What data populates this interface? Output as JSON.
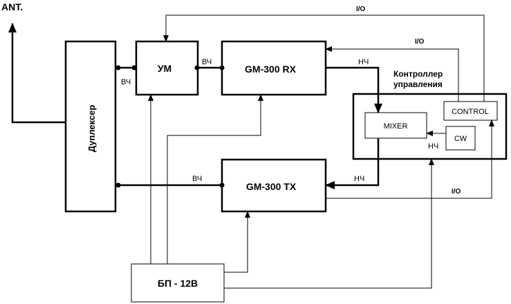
{
  "antenna": {
    "label": "ANT."
  },
  "blocks": {
    "duplexer": "Дуплексер",
    "amplifier": "УМ",
    "receiver": "GM-300 RX",
    "transmitter": "GM-300 TX",
    "controller_title_line1": "Контроллер",
    "controller_title_line2": "управления",
    "control": "CONTROL",
    "mixer": "MIXER",
    "cw": "CW",
    "power_supply": "БП - 12В"
  },
  "signals": {
    "rf_duplexer_amp": "ВЧ",
    "rf_amp_rx": "ВЧ",
    "rf_tx_duplexer": "ВЧ",
    "lf_rx_mixer": "НЧ",
    "lf_cw_mixer": "НЧ",
    "lf_mixer_tx": "НЧ",
    "io_top": "I/O",
    "io_rx": "I/O",
    "io_tx": "I/O"
  }
}
